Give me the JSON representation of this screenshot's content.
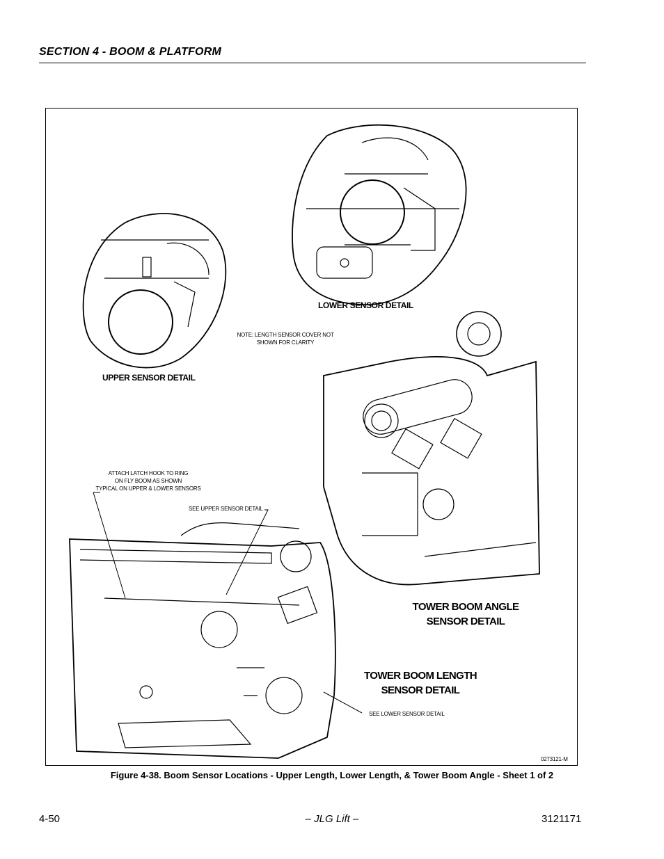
{
  "header": {
    "section_title": "SECTION 4 - BOOM & PLATFORM"
  },
  "figure": {
    "labels": {
      "lower_sensor": "LOWER SENSOR DETAIL",
      "upper_sensor": "UPPER SENSOR DETAIL",
      "note_line1": "NOTE: LENGTH SENSOR COVER NOT",
      "note_line2": "SHOWN FOR CLARITY",
      "attach_line1": "ATTACH LATCH HOOK TO RING",
      "attach_line2": "ON FLY BOOM AS SHOWN",
      "attach_line3": "TYPICAL ON UPPER & LOWER SENSORS",
      "see_upper": "SEE UPPER SENSOR DETAIL",
      "see_lower": "SEE LOWER SENSOR DETAIL",
      "angle_line1": "TOWER BOOM ANGLE",
      "angle_line2": "SENSOR DETAIL",
      "length_line1": "TOWER BOOM LENGTH",
      "length_line2": "SENSOR DETAIL",
      "drawing_number": "0273121-M"
    },
    "caption": "Figure 4-38.  Boom Sensor Locations - Upper Length, Lower Length, & Tower Boom Angle - Sheet 1 of 2"
  },
  "footer": {
    "page_number": "4-50",
    "brand": "– JLG Lift –",
    "doc_number": "3121171"
  }
}
